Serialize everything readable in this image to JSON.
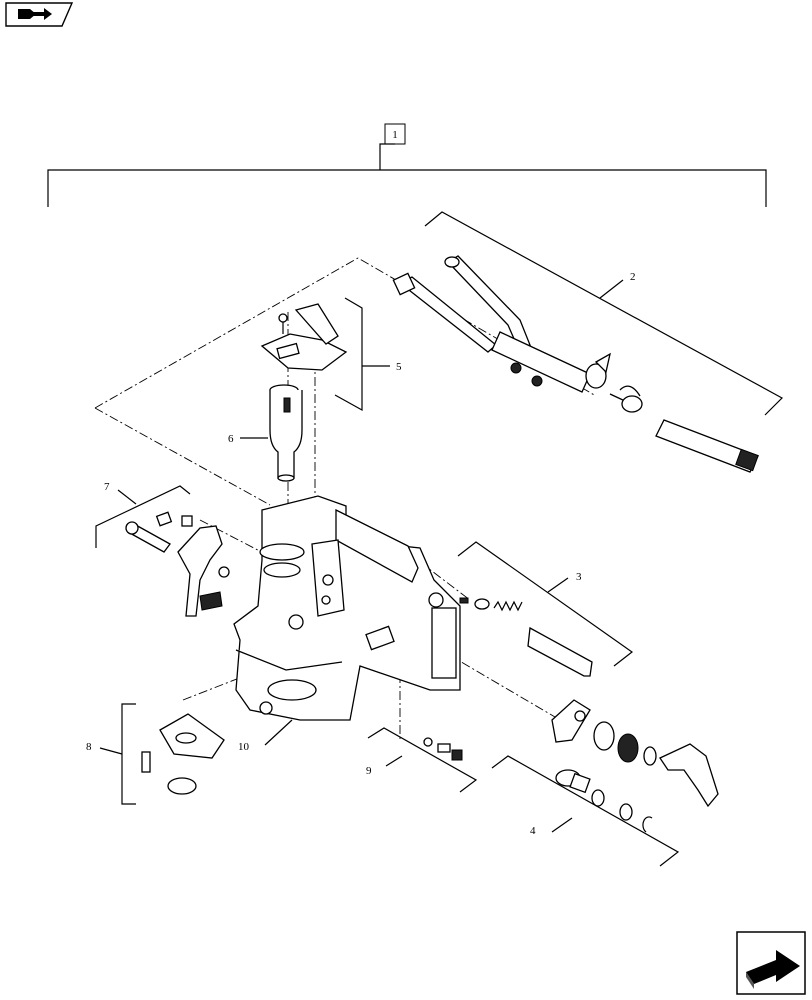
{
  "navigation": {
    "back_icon": "book-arrow-back-icon",
    "next_icon": "forward-arrow-icon"
  },
  "diagram": {
    "assembly_reference": "1",
    "callouts": [
      "2",
      "3",
      "4",
      "5",
      "6",
      "7",
      "8",
      "9",
      "10"
    ]
  }
}
